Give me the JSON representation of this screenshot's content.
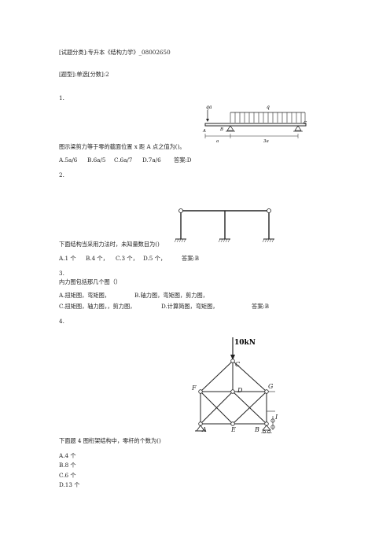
{
  "header": {
    "category": "[试题分类]:专升本《结构力学》_08002650",
    "qtype": "[题型]:单选[分数]:2"
  },
  "q1": {
    "num": "1.",
    "stem": "图示梁剪力等于零的截面位置 x 距 A 点之值为()。",
    "options": [
      "A.5a/6",
      "B.6a/5",
      "C.6a/7",
      "D.7a/6"
    ],
    "answer": "答案:D",
    "fig": {
      "load_a": "qa",
      "load_q": "q",
      "label_A": "A",
      "label_B": "B",
      "label_C": "C",
      "dim_a": "a",
      "dim_3a": "3a"
    }
  },
  "q2": {
    "num": "2.",
    "stem": "下面结构当采用力法时，未知量数目为()",
    "options": [
      "A.1 个",
      "B.4 个，",
      "C.3 个，",
      "D.5 个，"
    ],
    "answer": "答案:B"
  },
  "q3": {
    "num": "3.",
    "stem": "内力图包括那几个图（）",
    "optionA": "A.扭矩图，弯矩图，",
    "optionB": "B.轴力图，弯矩图，剪力图，",
    "optionC": "C.扭矩图，轴力图，，剪力图，",
    "optionD": "D.计算简图，弯矩图，",
    "answer": "答案:B"
  },
  "q4": {
    "num": "4.",
    "stem": "下面题 4 图桁架结构中，零杆的个数为()",
    "fig": {
      "load": "10kN",
      "C": "C",
      "D": "D",
      "F": "F",
      "G": "G",
      "A": "A",
      "E": "E",
      "B": "B",
      "I": "I"
    },
    "options": [
      "A.4 个",
      "B.8 个",
      "C.6 个",
      "D.13 个"
    ]
  }
}
